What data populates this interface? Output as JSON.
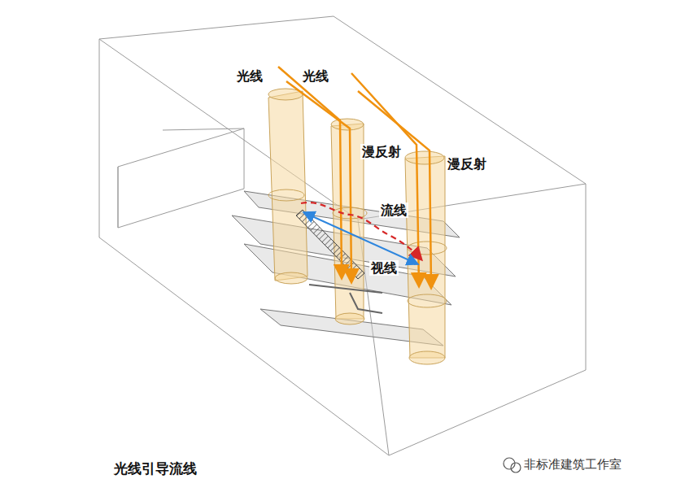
{
  "diagram": {
    "title": "光线引导流线",
    "labels": [
      "光线",
      "光线",
      "漫反射",
      "漫反射",
      "流线",
      "视线",
      "非标准建筑工作室"
    ]
  }
}
